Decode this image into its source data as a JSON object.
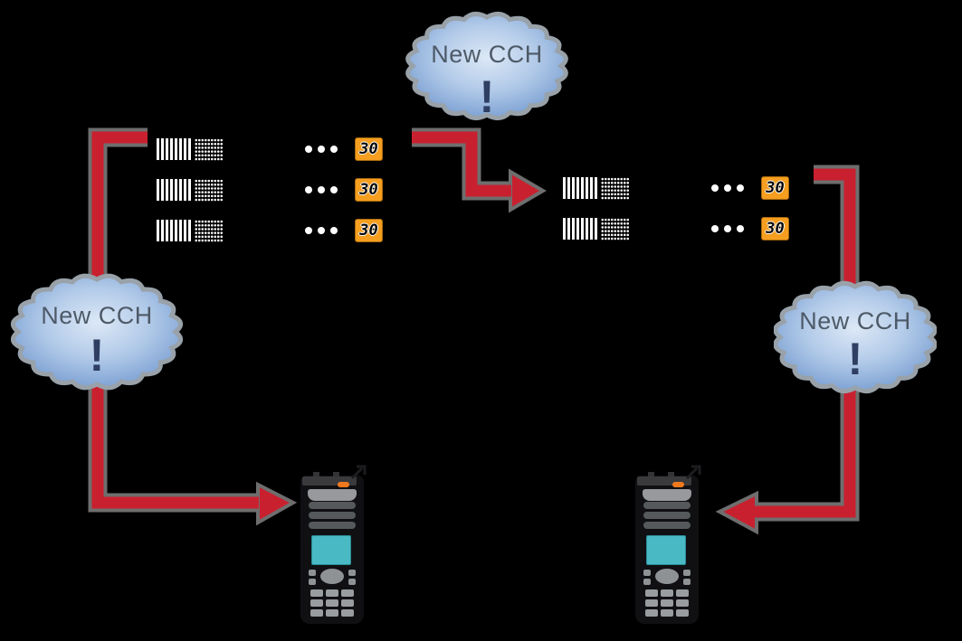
{
  "diagram": {
    "clouds": {
      "top": {
        "label": "New CCH",
        "mark": "!"
      },
      "left": {
        "label": "New CCH",
        "mark": "!"
      },
      "right": {
        "label": "New CCH",
        "mark": "!"
      }
    },
    "sites": {
      "left": {
        "rows": [
          {
            "badge": "30"
          },
          {
            "badge": "30"
          },
          {
            "badge": "30"
          }
        ]
      },
      "right": {
        "rows": [
          {
            "badge": "30"
          },
          {
            "badge": "30"
          }
        ]
      }
    },
    "colors": {
      "background": "#000000",
      "arrow_red": "#c9202f",
      "arrow_outline": "#6e6e6e",
      "badge_orange": "#f59e1f",
      "badge_digits": "#000000",
      "cloud_fill_center": "#dce8f6",
      "cloud_fill_edge": "#7399cd",
      "cloud_border": "#99a1a9",
      "cloud_text": "#4e5a68",
      "cloud_mark": "#2e3f63",
      "channel_marks": "#ffffff",
      "radio_screen": "#49b9c4",
      "radio_accent": "#f0791e",
      "radio_gray": "#94979a"
    }
  }
}
